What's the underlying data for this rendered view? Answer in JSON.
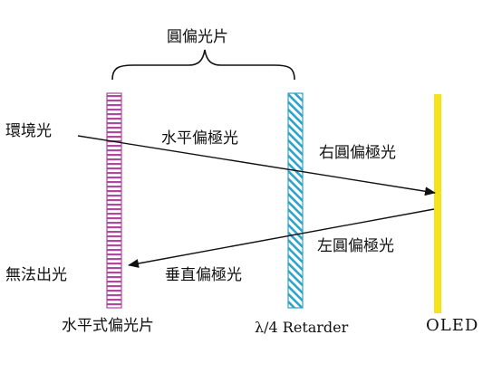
{
  "labels": {
    "circular_polarizer": "圓偏光片",
    "ambient_light": "環境光",
    "horizontal_polarized": "水平偏極光",
    "right_circular": "右圓偏極光",
    "left_circular": "左圓偏極光",
    "vertical_polarized": "垂直偏極光",
    "no_light_out": "無法出光",
    "horizontal_polarizer": "水平式偏光片",
    "retarder": "λ/4 Retarder",
    "oled": "OLED"
  },
  "colors": {
    "polarizer_stripe": "#b0489c",
    "retarder_stripe": "#2ea3c9",
    "oled_bar": "#f5e31a",
    "line": "#111111"
  }
}
